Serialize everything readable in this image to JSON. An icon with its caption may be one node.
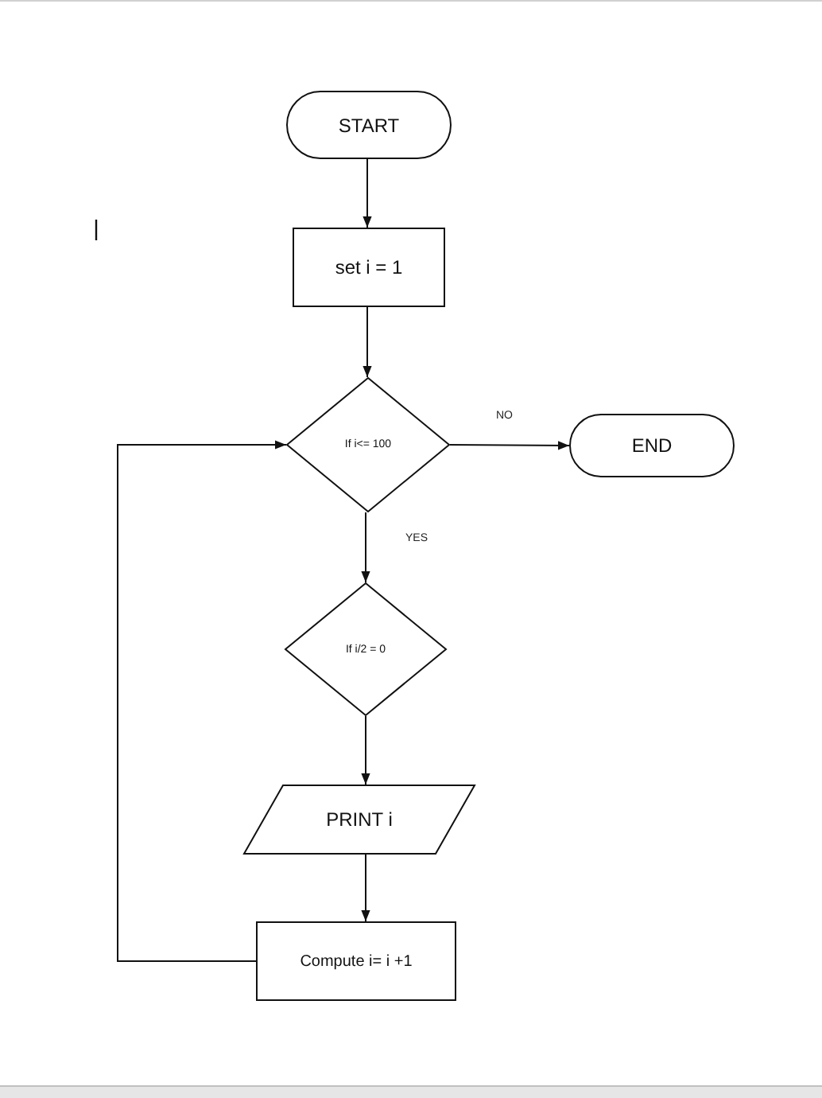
{
  "diagram": {
    "nodes": [
      {
        "text": [
          "START"
        ]
      },
      {
        "text": [
          "set i = 1"
        ]
      },
      {
        "text": [
          "If i<= 100"
        ]
      },
      {
        "text": [
          "END"
        ]
      },
      {
        "text": [
          "If i/2 = 0"
        ]
      },
      {
        "text": [
          "PRINT i"
        ]
      },
      {
        "text": [
          "Compute i= i +1"
        ]
      }
    ],
    "edges": [
      {
        "from": 0,
        "to": 1,
        "arrow": "to"
      },
      {
        "from": 1,
        "to": 2,
        "arrow": "to"
      },
      {
        "from": 2,
        "to": 3,
        "arrow": "to",
        "label": "NO"
      },
      {
        "from": 2,
        "to": 4,
        "arrow": "to",
        "label": "YES"
      },
      {
        "from": 4,
        "to": 5,
        "arrow": "to"
      },
      {
        "from": 5,
        "to": 6,
        "arrow": "to"
      },
      {
        "from": 6,
        "to": 2,
        "arrow": "to"
      }
    ]
  }
}
